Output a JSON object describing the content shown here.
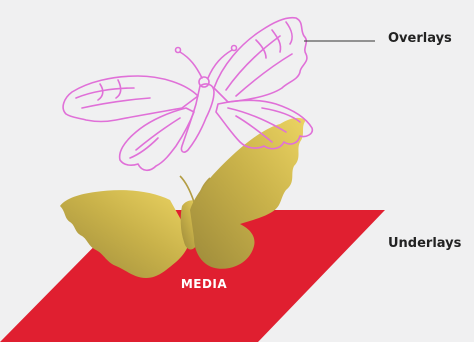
{
  "labels": {
    "overlays": "Overlays",
    "underlays": "Underlays",
    "media": "MEDIA"
  },
  "colors": {
    "background": "#f0f0f1",
    "media_plane": "#e01f30",
    "underlay_gold_dark": "#9d8a3a",
    "underlay_gold_light": "#e6cf5c",
    "overlay_outline": "#e070d8",
    "leader_line": "#333333"
  },
  "icons": {
    "overlay": "butterfly-outline-icon",
    "underlay": "butterfly-silhouette-icon"
  }
}
